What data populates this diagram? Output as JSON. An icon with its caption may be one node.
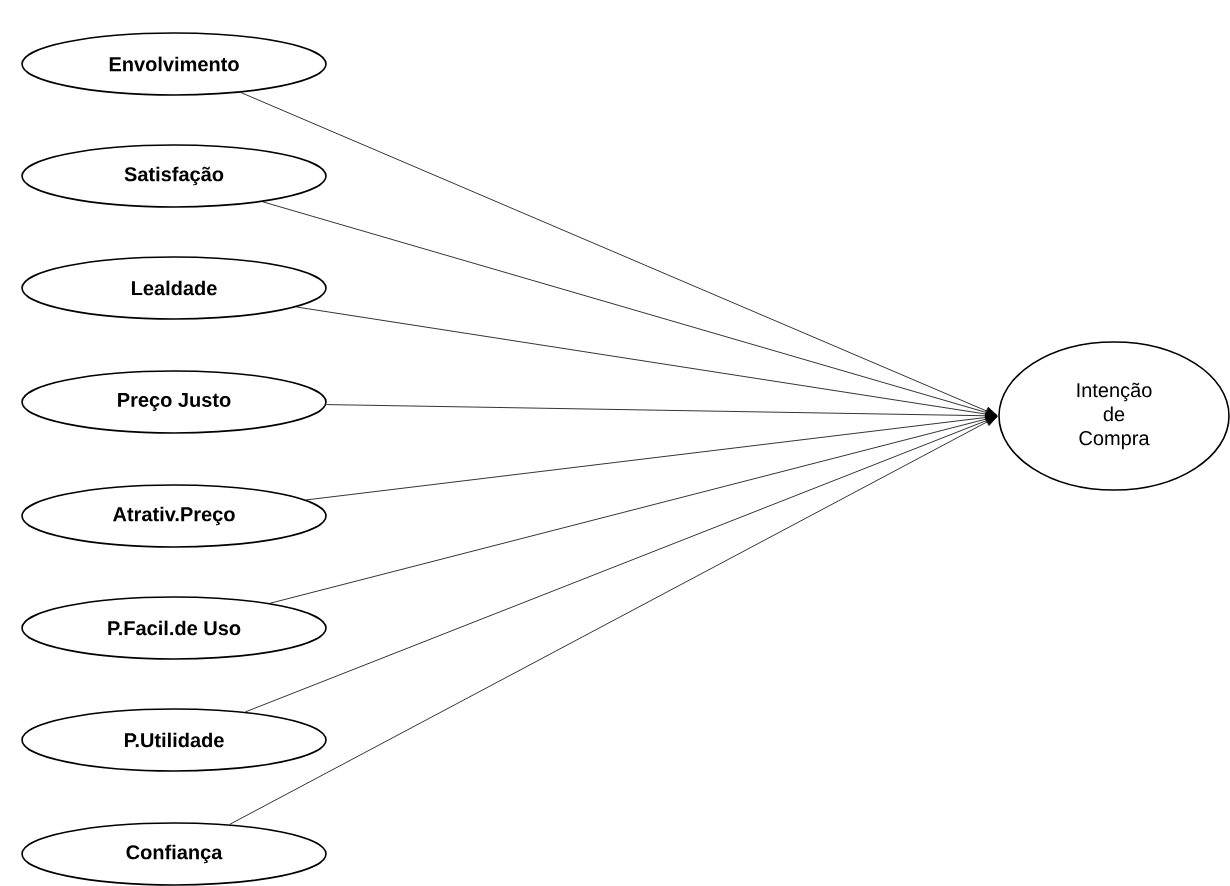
{
  "diagram": {
    "nodes": [
      {
        "text": [
          "Envolvimento"
        ]
      },
      {
        "text": [
          "Satisfação"
        ]
      },
      {
        "text": [
          "Lealdade"
        ]
      },
      {
        "text": [
          "Preço Justo"
        ]
      },
      {
        "text": [
          "Atrativ.Preço"
        ]
      },
      {
        "text": [
          "P.Facil.de  Uso"
        ]
      },
      {
        "text": [
          "P.Utilidade"
        ]
      },
      {
        "text": [
          "Confiança"
        ]
      },
      {
        "text": [
          "Intenção de Compra"
        ]
      }
    ],
    "edges": [
      {
        "from": 0,
        "to": 8,
        "arrow": "to"
      },
      {
        "from": 1,
        "to": 8,
        "arrow": "to"
      },
      {
        "from": 2,
        "to": 8,
        "arrow": "to"
      },
      {
        "from": 3,
        "to": 8,
        "arrow": "to"
      },
      {
        "from": 4,
        "to": 8,
        "arrow": "to"
      },
      {
        "from": 5,
        "to": 8,
        "arrow": "to"
      },
      {
        "from": 6,
        "to": 8,
        "arrow": "to"
      },
      {
        "from": 7,
        "to": 8,
        "arrow": "to"
      }
    ]
  }
}
